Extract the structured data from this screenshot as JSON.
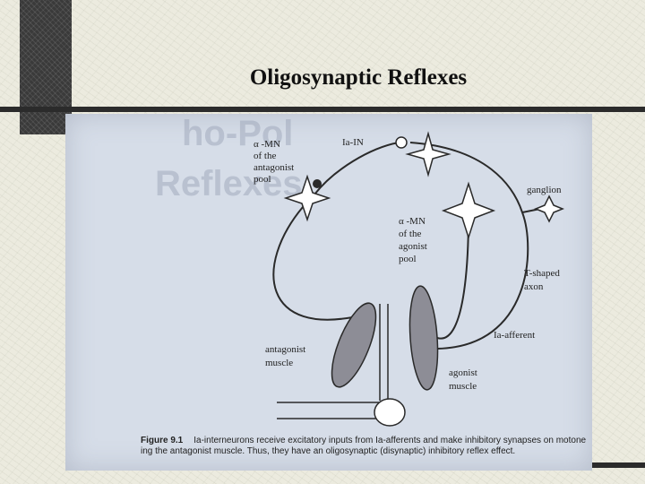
{
  "slide": {
    "title": "Oligosynaptic Reflexes"
  },
  "figure": {
    "background_text": {
      "line1": "ho-Pol",
      "line2": "Reflexes"
    },
    "labels": {
      "antagonist_mn": [
        "α -MN",
        "of the",
        "antagonist",
        "pool"
      ],
      "ia_in": "Ia-IN",
      "ganglion": "ganglion",
      "agonist_mn": [
        "α -MN",
        "of the",
        "agonist",
        "pool"
      ],
      "t_shaped_axon": [
        "T-shaped",
        "axon"
      ],
      "ia_afferent": "Ia-afferent",
      "antagonist_muscle": [
        "antagonist",
        "muscle"
      ],
      "agonist_muscle": [
        "agonist",
        "muscle"
      ]
    },
    "caption": {
      "figure_no": "Figure 9.1",
      "line1": "Ia-interneurons receive excitatory inputs from Ia-afferents and make inhibitory synapses on motone",
      "line2": "ing the antagonist muscle. Thus, they have an oligosynaptic (disynaptic) inhibitory reflex effect."
    }
  },
  "colors": {
    "muscle_fill": "#8d8d96",
    "line": "#2a2a2a"
  }
}
